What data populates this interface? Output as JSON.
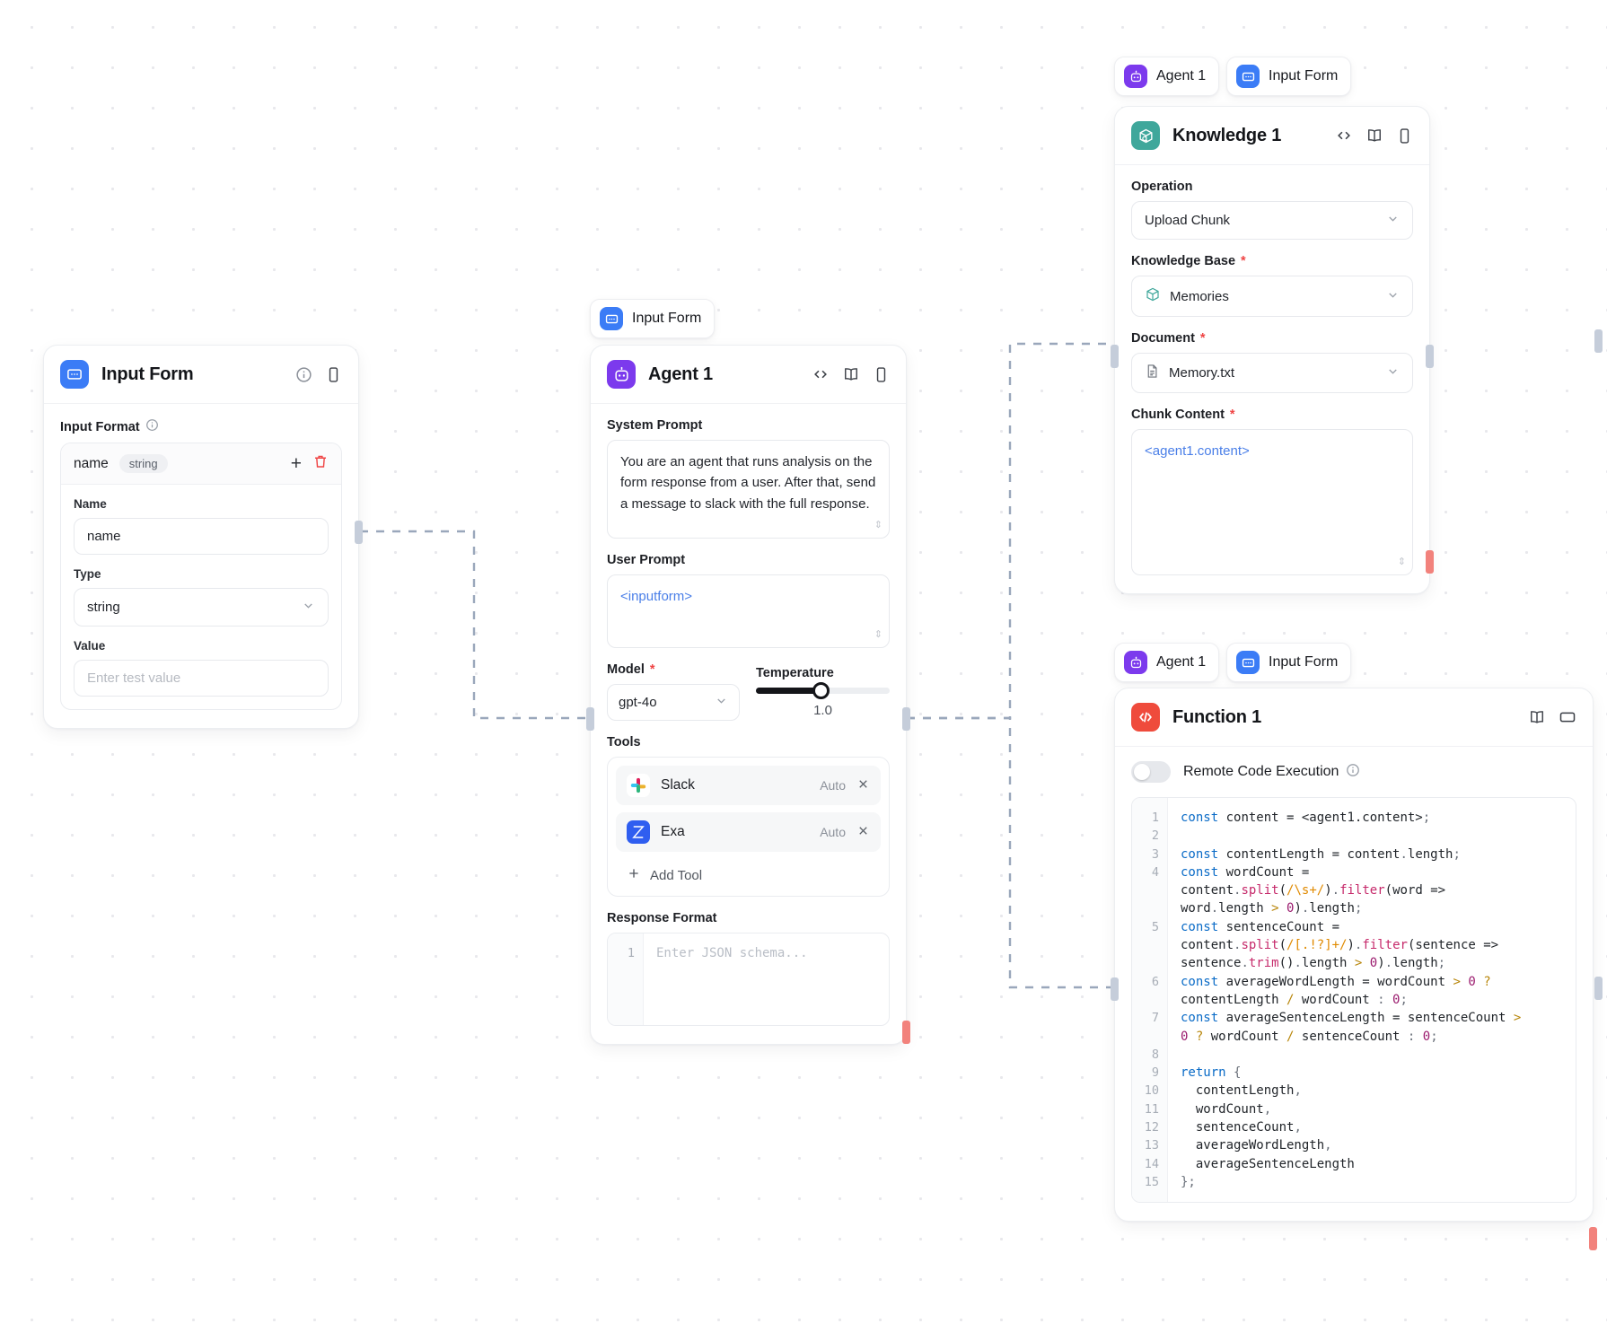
{
  "canvas": {
    "grid": true,
    "background": "#ffffff",
    "dot_color": "#e8e8ec"
  },
  "nodes": {
    "input_form": {
      "title": "Input Form",
      "icon": "form-icon",
      "icon_color": "#3b7cf6",
      "head_icons": [
        "info-icon",
        "mobile-icon"
      ],
      "section_label": "Input Format",
      "field_row": {
        "name": "name",
        "type_pill": "string",
        "add": "+",
        "delete": "trash-icon"
      },
      "fields": [
        {
          "label": "Name",
          "value": "name",
          "placeholder": ""
        },
        {
          "label": "Type",
          "value": "string",
          "control": "select"
        },
        {
          "label": "Value",
          "value": "",
          "placeholder": "Enter test value"
        }
      ]
    },
    "agent": {
      "title": "Agent 1",
      "icon": "robot-icon",
      "icon_color": "#7c3aed",
      "head_icons": [
        "code-icon",
        "book-icon",
        "mobile-icon"
      ],
      "source_badge": {
        "label": "Input Form",
        "icon": "form-icon"
      },
      "system_prompt_label": "System Prompt",
      "system_prompt": "You are an agent that runs analysis on the form response from a user. After that, send a message to slack with the full response.",
      "user_prompt_label": "User Prompt",
      "user_prompt": "<inputform>",
      "model_label": "Model",
      "model_required": "*",
      "model_value": "gpt-4o",
      "temperature_label": "Temperature",
      "temperature_value": "1.0",
      "temperature_pct": 48,
      "tools_label": "Tools",
      "tools": [
        {
          "name": "Slack",
          "mode": "Auto",
          "icon": "slack-icon"
        },
        {
          "name": "Exa",
          "mode": "Auto",
          "icon": "exa-icon"
        }
      ],
      "add_tool_label": "Add Tool",
      "response_format_label": "Response Format",
      "response_format_line": "1",
      "response_format_placeholder": "Enter JSON schema..."
    },
    "knowledge": {
      "title": "Knowledge 1",
      "icon": "knowledge-box-icon",
      "icon_color": "#3fa79b",
      "head_icons": [
        "code-icon",
        "book-icon",
        "mobile-icon"
      ],
      "source_badges": [
        {
          "label": "Agent 1",
          "icon": "robot-icon"
        },
        {
          "label": "Input Form",
          "icon": "form-icon"
        }
      ],
      "operation_label": "Operation",
      "operation_value": "Upload Chunk",
      "knowledge_base_label": "Knowledge Base",
      "knowledge_base_required": "*",
      "knowledge_base_value": "Memories",
      "document_label": "Document",
      "document_required": "*",
      "document_value": "Memory.txt",
      "chunk_content_label": "Chunk Content",
      "chunk_content_required": "*",
      "chunk_content_value": "<agent1.content>"
    },
    "function": {
      "title": "Function 1",
      "icon": "code-brackets-icon",
      "icon_color": "#ef4b3c",
      "head_icons": [
        "book-icon",
        "window-icon"
      ],
      "source_badges": [
        {
          "label": "Agent 1",
          "icon": "robot-icon"
        },
        {
          "label": "Input Form",
          "icon": "form-icon"
        }
      ],
      "remote_label": "Remote Code Execution",
      "remote_enabled": false,
      "code_lines": [
        "1",
        "2",
        "3",
        "4",
        "5",
        "6",
        "7",
        "8",
        "9",
        "10",
        "11",
        "12",
        "13",
        "14",
        "15"
      ],
      "code": "const content = <agent1.content>;\n\nconst contentLength = content.length;\nconst wordCount = content.split(/\\s+/).filter(word => word.length > 0).length;\nconst sentenceCount = content.split(/[.!?]+/).filter(sentence => sentence.trim().length > 0).length;\nconst averageWordLength = wordCount > 0 ? contentLength / wordCount : 0;\nconst averageSentenceLength = sentenceCount > 0 ? wordCount / sentenceCount : 0;\n\nreturn {\n  contentLength,\n  wordCount,\n  sentenceCount,\n  averageWordLength,\n  averageSentenceLength\n};"
    }
  }
}
